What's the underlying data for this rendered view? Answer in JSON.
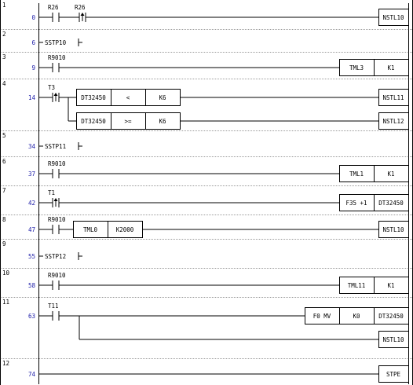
{
  "rungs": [
    {
      "no": "1",
      "step": "0",
      "elements": [
        {
          "k": "no",
          "label": "R26"
        },
        {
          "k": "rise",
          "label": "R26"
        },
        {
          "k": "gap"
        },
        {
          "k": "box",
          "labels": [
            "NSTL10"
          ]
        }
      ]
    },
    {
      "no": "2",
      "step": "6",
      "elements": [
        {
          "k": "stp",
          "label": "SSTP10"
        }
      ]
    },
    {
      "no": "3",
      "step": "9",
      "elements": [
        {
          "k": "no",
          "label": "R9010"
        },
        {
          "k": "gap"
        },
        {
          "k": "box",
          "labels": [
            "TML3",
            "K1"
          ]
        }
      ]
    },
    {
      "no": "4",
      "step": "14",
      "elements": [
        {
          "k": "rise",
          "label": "T3"
        },
        {
          "k": "branch",
          "rows": [
            {
              "labels": [
                "DT32450",
                "<",
                "K6"
              ],
              "out": "NSTL11"
            },
            {
              "labels": [
                "DT32450",
                ">=",
                "K6"
              ],
              "out": "NSTL12"
            }
          ]
        }
      ]
    },
    {
      "no": "5",
      "step": "34",
      "elements": [
        {
          "k": "stp",
          "label": "SSTP11"
        }
      ]
    },
    {
      "no": "6",
      "step": "37",
      "elements": [
        {
          "k": "no",
          "label": "R9010"
        },
        {
          "k": "gap"
        },
        {
          "k": "box",
          "labels": [
            "TML1",
            "K1"
          ]
        }
      ]
    },
    {
      "no": "7",
      "step": "42",
      "elements": [
        {
          "k": "rise",
          "label": "T1"
        },
        {
          "k": "gap"
        },
        {
          "k": "box",
          "labels": [
            "F35 +1",
            "DT32450"
          ]
        }
      ]
    },
    {
      "no": "8",
      "step": "47",
      "elements": [
        {
          "k": "no",
          "label": "R9010"
        },
        {
          "k": "box",
          "labels": [
            "TML0",
            "K2000"
          ]
        },
        {
          "k": "gap"
        },
        {
          "k": "box",
          "labels": [
            "NSTL10"
          ]
        }
      ]
    },
    {
      "no": "9",
      "step": "55",
      "elements": [
        {
          "k": "stp",
          "label": "SSTP12"
        }
      ]
    },
    {
      "no": "10",
      "step": "58",
      "elements": [
        {
          "k": "no",
          "label": "R9010"
        },
        {
          "k": "gap"
        },
        {
          "k": "box",
          "labels": [
            "TML11",
            "K1"
          ]
        }
      ]
    },
    {
      "no": "11",
      "step": "63",
      "elements": [
        {
          "k": "no",
          "label": "T11"
        },
        {
          "k": "fork",
          "top": [
            "F0 MV",
            "K0",
            "DT32450"
          ],
          "bottom": "NSTL10"
        }
      ]
    },
    {
      "no": "12",
      "step": "74",
      "elements": [
        {
          "k": "gap"
        },
        {
          "k": "box",
          "labels": [
            "STPE"
          ]
        }
      ]
    }
  ]
}
